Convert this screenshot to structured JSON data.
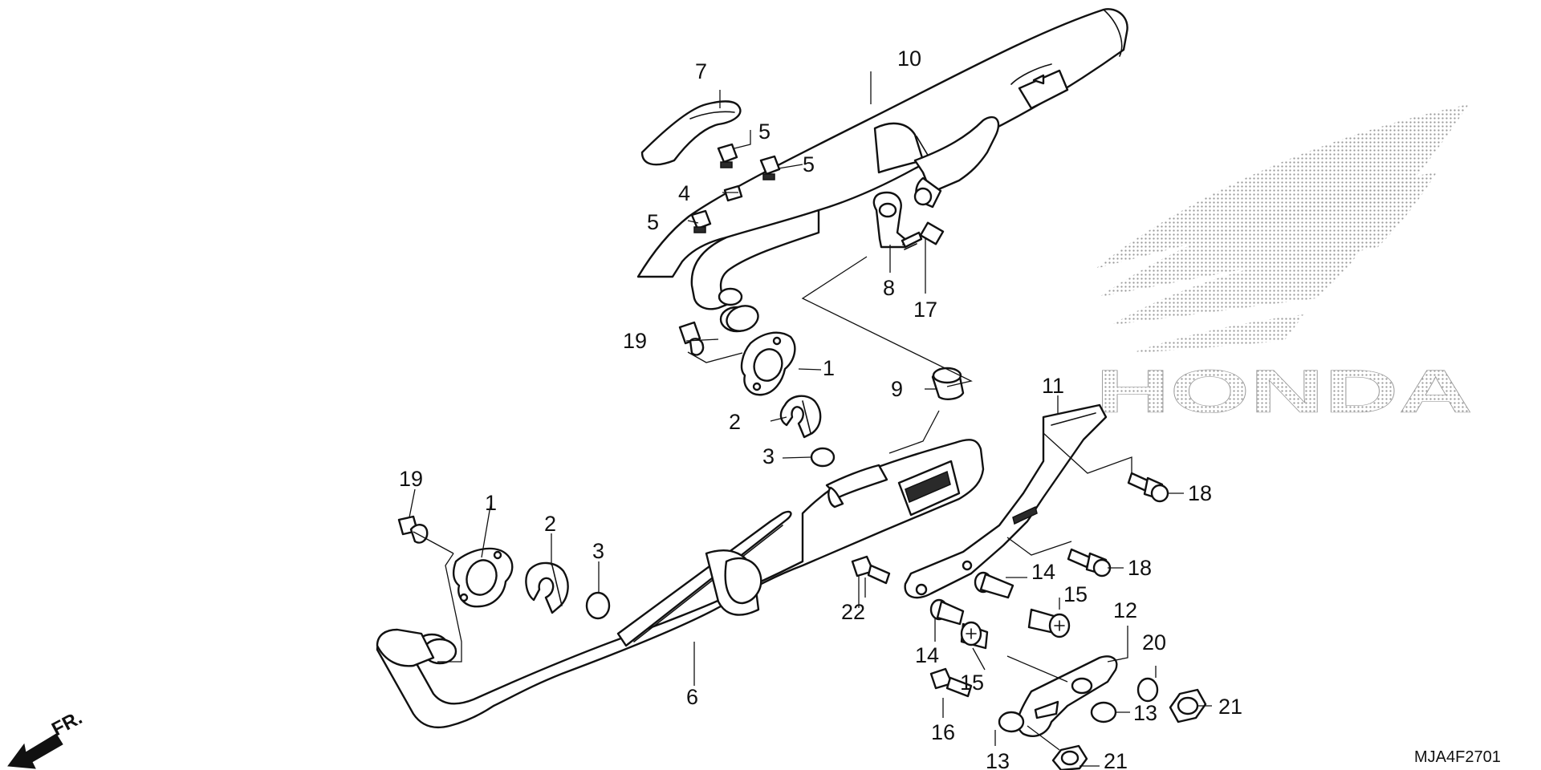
{
  "diagram": {
    "drawing_code": "MJA4F2701",
    "front_indicator": "FR.",
    "logo_text": "HONDA",
    "logo_color": "#9a9a9a",
    "callouts": {
      "c1a": "1",
      "c1b": "1",
      "c2a": "2",
      "c2b": "2",
      "c3a": "3",
      "c3b": "3",
      "c4": "4",
      "c5a": "5",
      "c5b": "5",
      "c5c": "5",
      "c6": "6",
      "c7": "7",
      "c8": "8",
      "c9": "9",
      "c10": "10",
      "c11": "11",
      "c12": "12",
      "c13a": "13",
      "c13b": "13",
      "c14a": "14",
      "c14b": "14",
      "c15a": "15",
      "c15b": "15",
      "c16": "16",
      "c17": "17",
      "c18a": "18",
      "c18b": "18",
      "c19a": "19",
      "c19b": "19",
      "c20": "20",
      "c21a": "21",
      "c21b": "21",
      "c22": "22"
    }
  }
}
